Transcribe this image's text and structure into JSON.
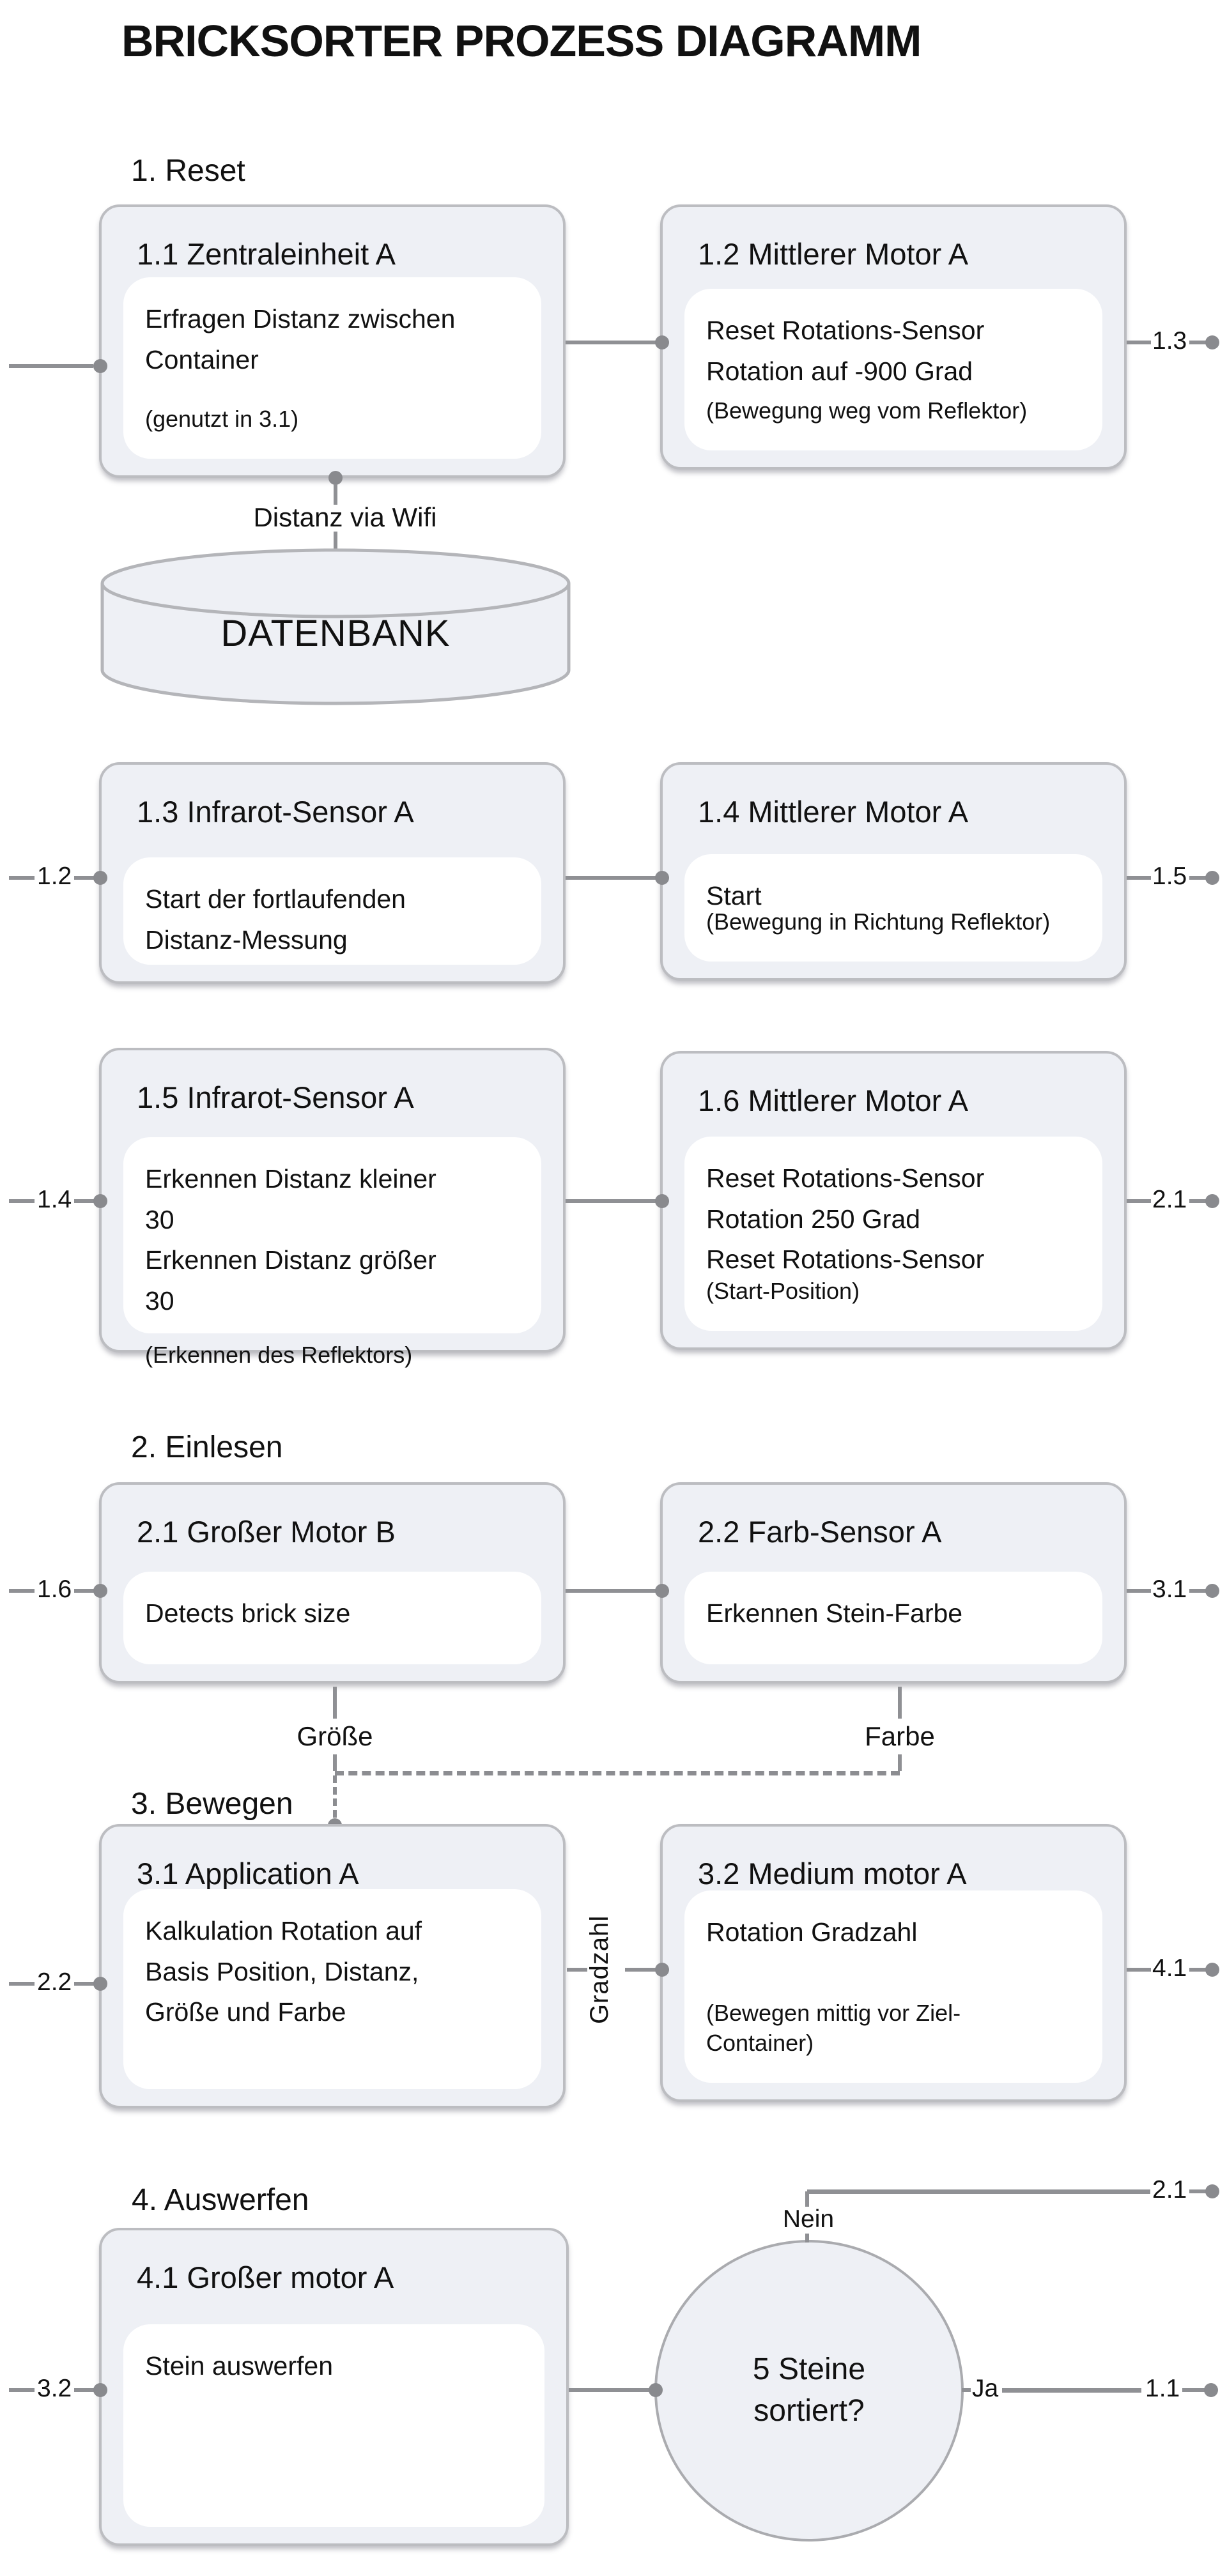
{
  "page": {
    "title": "BRICKSORTER PROZESS DIAGRAMM"
  },
  "sections": [
    {
      "label": "1. Reset"
    },
    {
      "label": "2. Einlesen"
    },
    {
      "label": "3. Bewegen"
    },
    {
      "label": "4. Auswerfen"
    }
  ],
  "boxes": {
    "b11": {
      "title": "1.1 Zentraleinheit A",
      "body": "Erfragen Distanz zwischen\nContainer",
      "note": "(genutzt in 3.1)"
    },
    "b12": {
      "title": "1.2 Mittlerer Motor A",
      "body": "Reset Rotations-Sensor\nRotation auf -900  Grad",
      "note": "(Bewegung weg vom Reflektor)"
    },
    "b13": {
      "title": "1.3 Infrarot-Sensor A",
      "body": "Start der fortlaufenden\nDistanz-Messung"
    },
    "b14": {
      "title": "1.4 Mittlerer Motor A",
      "body": "Start",
      "note": "(Bewegung in Richtung Reflektor)"
    },
    "b15": {
      "title": "1.5 Infrarot-Sensor A",
      "body": "Erkennen Distanz kleiner\n30\nErkennen Distanz größer\n30",
      "note": "(Erkennen  des Reflektors)"
    },
    "b16": {
      "title": "1.6 Mittlerer Motor A",
      "body": "Reset Rotations-Sensor\nRotation 250 Grad\nReset Rotations-Sensor",
      "note": "(Start-Position)"
    },
    "b21": {
      "title": "2.1 Großer Motor B",
      "body": "Detects brick size"
    },
    "b22": {
      "title": "2.2 Farb-Sensor A",
      "body": "Erkennen Stein-Farbe"
    },
    "b31": {
      "title": "3.1 Application A",
      "body": "Kalkulation Rotation auf\nBasis Position, Distanz,\nGröße und Farbe"
    },
    "b32": {
      "title": "3.2 Medium motor A",
      "body": "Rotation Gradzahl",
      "note": "(Bewegen mittig vor Ziel-\nContainer)"
    },
    "b41": {
      "title": "4.1 Großer motor A",
      "body": "Stein auswerfen"
    }
  },
  "datastore": {
    "label": "DATENBANK"
  },
  "decision": {
    "text": "5 Steine\nsortiert?",
    "yes_label": "Ja",
    "no_label": "Nein"
  },
  "flow_labels": {
    "wifi": "Distanz via Wifi",
    "size": "Größe",
    "color": "Farbe",
    "degrees": "Gradzahl"
  },
  "connector_refs": {
    "r1_right": "1.3",
    "r2_left": "1.2",
    "r2_right": "1.5",
    "r3_left": "1.4",
    "r3_right": "2.1",
    "r4_left": "1.6",
    "r4_right": "3.1",
    "r5_left": "2.2",
    "r5_right": "4.1",
    "r6_left": "3.2",
    "yes_target": "1.1",
    "no_target": "2.1"
  },
  "colors": {
    "box_fill": "#eef0f5",
    "box_border": "#bcbdc1",
    "line": "#8f9094",
    "dot": "#898a8e",
    "dash": "#8c8d91",
    "background": "#ffffff",
    "text": "#111111"
  }
}
